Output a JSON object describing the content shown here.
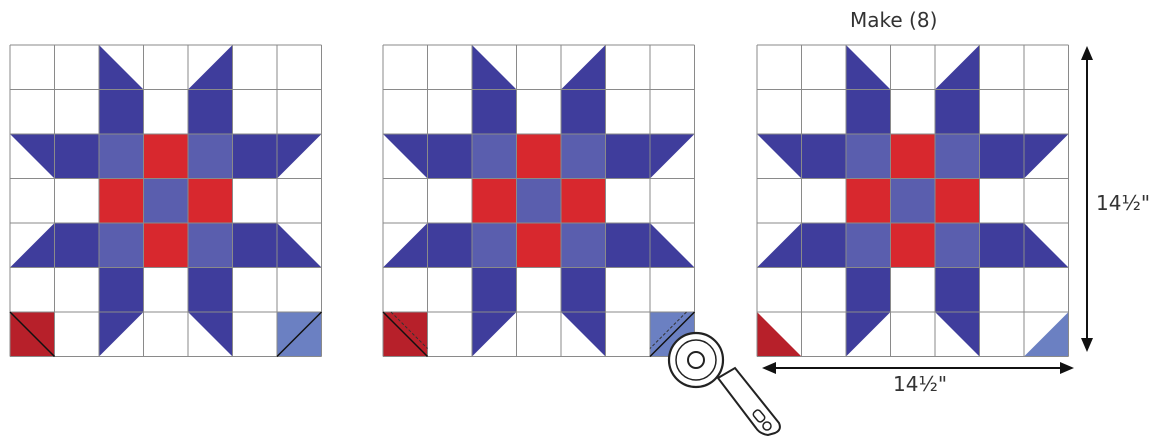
{
  "title": "Make (8)",
  "width_label": "14½\"",
  "height_label": "14½\"",
  "colors": {
    "navy": "#3f3d9c",
    "periwinkle": "#5a5eae",
    "red": "#d8282e",
    "dark_red": "#b7202a",
    "light_blue": "#6b80c2",
    "grid_line": "#8a8a8a",
    "arrow": "#111111"
  },
  "icons": [
    "rotary-cutter-icon"
  ],
  "panels": [
    {
      "name": "quilt-block-step-1",
      "corner_squares": "drawn-diagonal-line"
    },
    {
      "name": "quilt-block-step-2",
      "corner_squares": "stitched-and-trimmed"
    },
    {
      "name": "quilt-block-finished",
      "corner_squares": "flipped-triangle"
    }
  ]
}
